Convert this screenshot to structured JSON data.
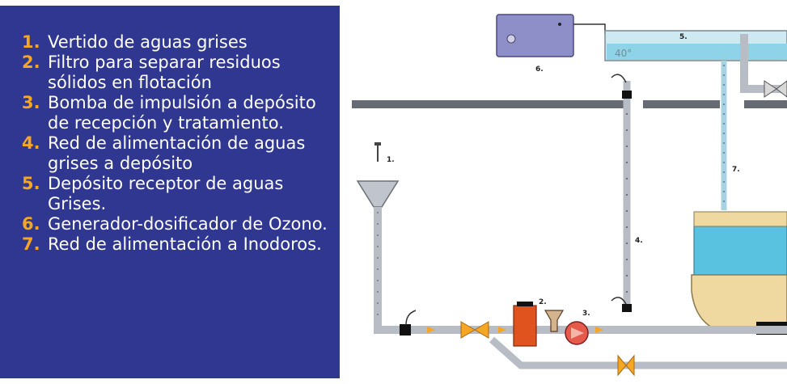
{
  "legend": {
    "items": [
      {
        "num": "1.",
        "text": "Vertido de aguas grises"
      },
      {
        "num": "2.",
        "text": "Filtro para separar residuos sólidos en flotación"
      },
      {
        "num": "3.",
        "text": "Bomba de impulsión a depósito de recepción y tratamiento."
      },
      {
        "num": "4.",
        "text": "Red de alimentación de aguas grises a depósito"
      },
      {
        "num": "5.",
        "text": "Depósito receptor de aguas Grises."
      },
      {
        "num": "6.",
        "text": "Generador-dosificador de Ozono."
      },
      {
        "num": "7.",
        "text": "Red de alimentación a Inodoros."
      }
    ]
  },
  "diagram": {
    "labels": {
      "l1": "1.",
      "l2": "2.",
      "l3": "3.",
      "l4": "4.",
      "l5": "5.",
      "l6": "6.",
      "l7": "7."
    },
    "tank_reading": "40°",
    "colors": {
      "panel_bg": "#2f3790",
      "number_color": "#f5a623",
      "pipe": "#b8bcc4",
      "water": "#8fd3e8",
      "filter": "#e0531f",
      "toilet": "#f0d9a0",
      "valve": "#f5a623",
      "generator": "#8e8fc8"
    }
  }
}
